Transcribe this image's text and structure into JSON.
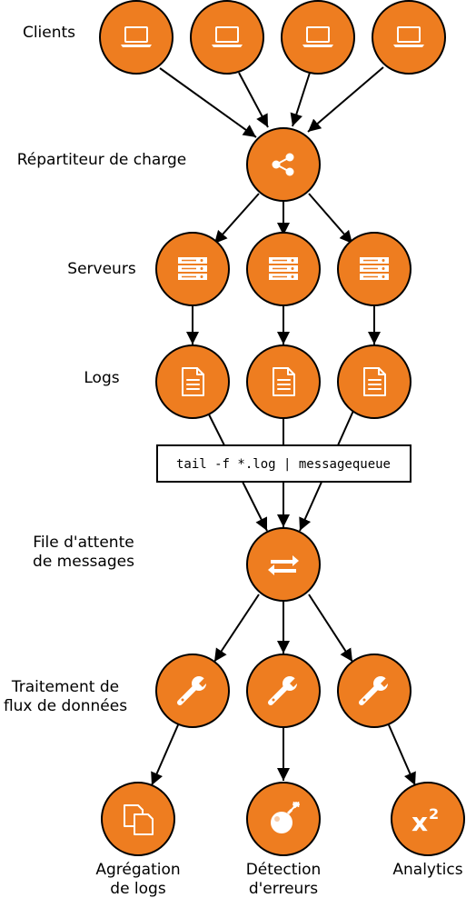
{
  "labels": {
    "clients": "Clients",
    "load_balancer": "Répartiteur de charge",
    "servers": "Serveurs",
    "logs": "Logs",
    "queue_line1": "File d'attente",
    "queue_line2": "de messages",
    "stream_line1": "Traitement de",
    "stream_line2": "flux de données",
    "agg_line1": "Agrégation",
    "agg_line2": "de logs",
    "err_line1": "Détection",
    "err_line2": "d'erreurs",
    "analytics": "Analytics"
  },
  "command": "tail -f *.log | messagequeue",
  "icons": {
    "clients": "laptop-icon",
    "load_balancer": "share-icon",
    "servers": "server-icon",
    "logs": "document-icon",
    "queue": "swap-arrows-icon",
    "stream": "wrench-icon",
    "aggregation": "copy-icon",
    "errors": "bomb-icon",
    "analytics": "x-squared-icon"
  },
  "colors": {
    "node_fill": "#ee7d20",
    "node_stroke": "#000000",
    "icon": "#ffffff",
    "edge": "#000000"
  }
}
